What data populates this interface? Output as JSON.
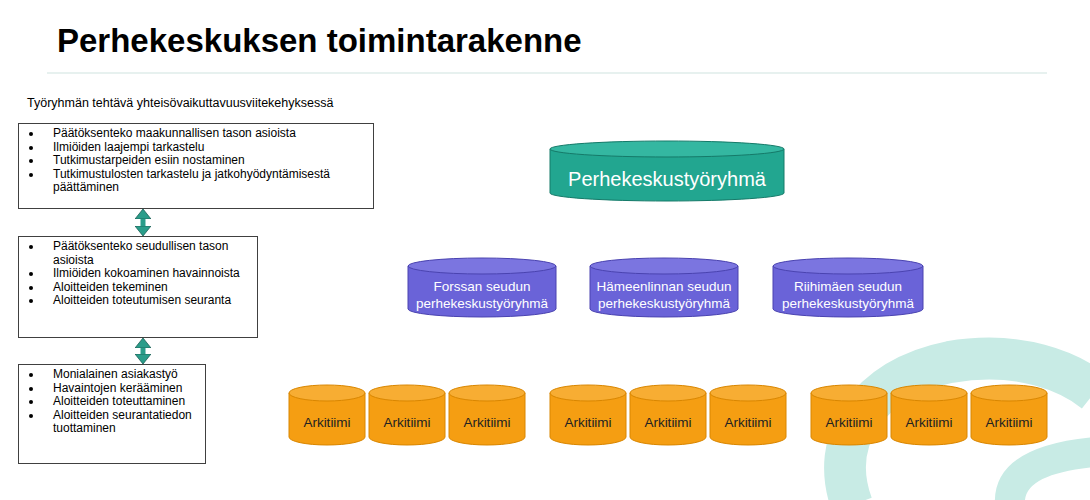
{
  "diagram": {
    "title": "Perhekeskuksen toimintarakenne",
    "nodes": [
      {
        "text": [
          "Päätöksenteko maakunnallisen tason asioista",
          "Ilmiöiden laajempi tarkastelu",
          "Tutkimustarpeiden esiin nostaminen",
          "Tutkimustulosten tarkastelu ja jatkohyödyntämisestä päättäminen"
        ]
      },
      {
        "text": [
          "Päätöksenteko seudullisen tason asioista",
          "Ilmiöiden kokoaminen havainnoista",
          "Aloitteiden tekeminen",
          "Aloitteiden toteutumisen seuranta"
        ]
      },
      {
        "text": [
          "Monialainen asiakastyö",
          "Havaintojen kerääminen",
          "Aloitteiden toteuttaminen",
          "Aloitteiden seurantatiedon tuottaminen"
        ]
      },
      {
        "text": [
          "Perhekeskustyöryhmä"
        ]
      },
      {
        "text": [
          "Forssan seudun perhekeskustyöryhmä"
        ]
      },
      {
        "text": [
          "Hämeenlinnan seudun perhekeskustyöryhmä"
        ]
      },
      {
        "text": [
          "Riihimäen seudun perhekeskustyöryhmä"
        ]
      },
      {
        "text": [
          "Arkitiimi"
        ]
      },
      {
        "text": [
          "Arkitiimi"
        ]
      },
      {
        "text": [
          "Arkitiimi"
        ]
      },
      {
        "text": [
          "Arkitiimi"
        ]
      },
      {
        "text": [
          "Arkitiimi"
        ]
      },
      {
        "text": [
          "Arkitiimi"
        ]
      },
      {
        "text": [
          "Arkitiimi"
        ]
      },
      {
        "text": [
          "Arkitiimi"
        ]
      },
      {
        "text": [
          "Arkitiimi"
        ]
      }
    ],
    "edges": [
      {
        "from": 0,
        "to": 1,
        "arrow": "both"
      },
      {
        "from": 1,
        "to": 2,
        "arrow": "both"
      }
    ],
    "labels": [
      "Työryhmän tehtävä yhteisövaikuttavuusviitekehyksessä"
    ]
  }
}
